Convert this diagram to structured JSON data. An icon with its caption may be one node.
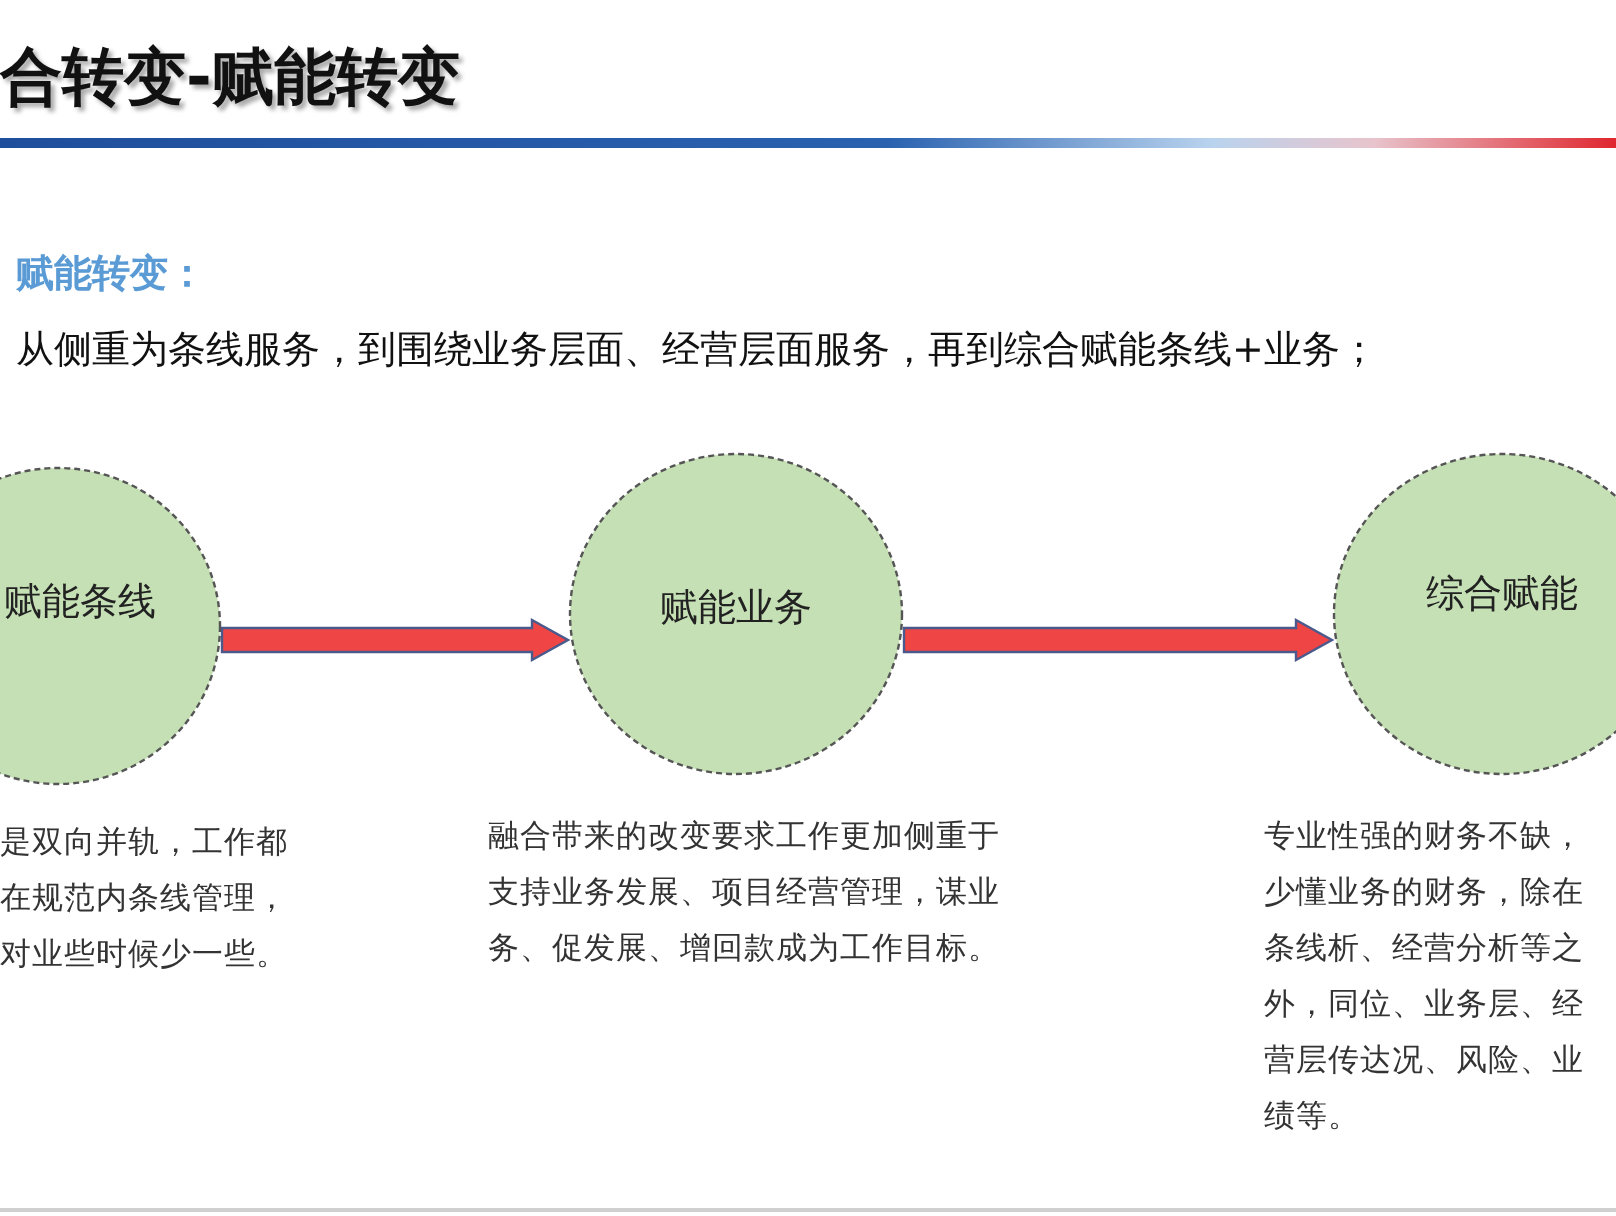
{
  "diagram": {
    "title": "合转变-赋能转变",
    "nodes": [
      {
        "text": [
          "赋能条线"
        ],
        "beside": [
          "是双向并轨，工作都在规范内条线管理，对业些时候少一些。"
        ]
      },
      {
        "text": [
          "赋能业务"
        ],
        "beside": [
          "融合带来的改变要求工作更加侧重于支持业务发展、项目经营管理，谋业务、促发展、增回款成为工作目标。"
        ]
      },
      {
        "text": [
          "综合赋能"
        ],
        "beside": [
          "专业性强的财务不缺，少懂业务的财务，除在条线析、经营分析等之外，同位、业务层、经营层传达况、风险、业绩等。"
        ]
      }
    ],
    "edges": [
      {
        "from": 0,
        "to": 1,
        "arrow": "to"
      },
      {
        "from": 1,
        "to": 2,
        "arrow": "to"
      }
    ],
    "labels": [
      "赋能转变：",
      "从侧重为条线服务，到围绕业务层面、经营层面服务，再到综合赋能条线+业务；"
    ]
  }
}
